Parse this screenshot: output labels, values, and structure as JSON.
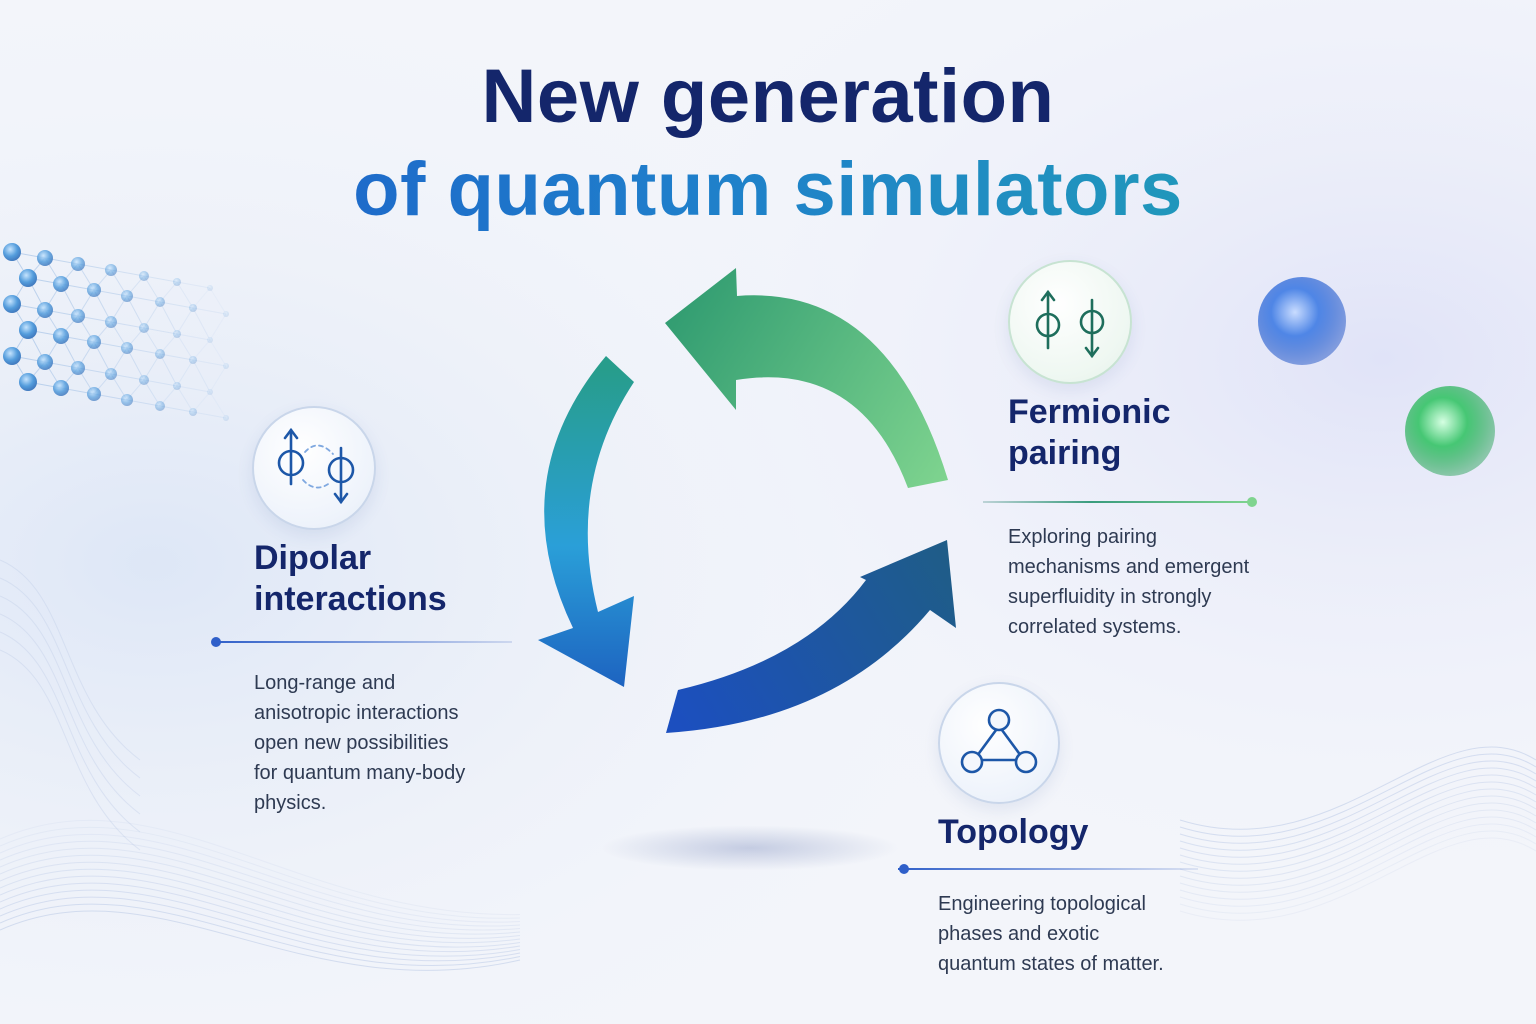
{
  "title": {
    "line1": "New generation",
    "line2": "of quantum simulators"
  },
  "colors": {
    "navy": "#14266b",
    "blue": "#1d57c8",
    "teal": "#21a8b0",
    "green": "#5cc98a",
    "arrow_green": "#2e9a70",
    "arrow_blue": "#1a58b8",
    "arrow_dark": "#1f5d86"
  },
  "topics": [
    {
      "id": "dipolar",
      "icon": "dipolar-spin-pair-icon",
      "heading": "Dipolar\ninteractions",
      "description": "Long-range and\nanisotropic interactions\nopen new possibilities\nfor quantum many-body\nphysics."
    },
    {
      "id": "fermionic",
      "icon": "fermion-spin-pair-icon",
      "heading": "Fermionic\npairing",
      "description": "Exploring pairing\nmechanisms and emergent\nsuperfluidity in strongly\ncorrelated systems."
    },
    {
      "id": "topology",
      "icon": "triangle-nodes-icon",
      "heading": "Topology",
      "description": "Engineering topological\nphases and exotic\nquantum states of matter."
    }
  ]
}
